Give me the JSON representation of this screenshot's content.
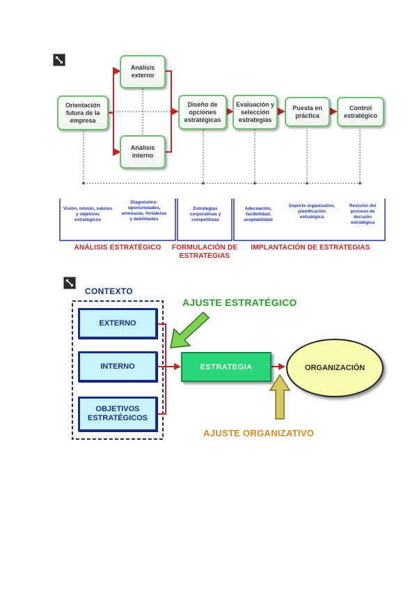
{
  "diagram1": {
    "orientacion": "Orientación futura de la empresa",
    "analisis_externo": "Análisis externo",
    "analisis_interno": "Análisis interno",
    "diseno": "Diseño de opciones estratégicas",
    "evaluacion": "Evaluación y selección estrategias",
    "puesta": "Puesta en práctica",
    "control": "Control estratégico",
    "notes": [
      "Visión, misión, valores y objetivos estratégicos",
      "Diagnóstico: oportunidades, amenazas, fortalezas y debilidades",
      "Estrategias corporativas y competitivas",
      "Adecuación, factibilidad, aceptabilidad",
      "Soporte organizativo, planificación estratégica",
      "Revisión del proceso de decisión estratégica"
    ],
    "phase_analisis": "ANÁLISIS ESTRATÉGICO",
    "phase_formulacion": "FORMULACIÓN DE ESTRATEGIAS",
    "phase_implantacion": "IMPLANTACIÓN DE ESTRATEGIAS"
  },
  "diagram2": {
    "contexto": "CONTEXTO",
    "ajuste_estrategico": "AJUSTE ESTRATÉGICO",
    "externo": "EXTERNO",
    "interno": "INTERNO",
    "objetivos": "OBJETIVOS ESTRATÉGICOS",
    "estrategia": "ESTRATEGIA",
    "organizacion": "ORGANIZACIÓN",
    "ajuste_organizativo": "AJUSTE ORGANIZATIVO"
  },
  "colors": {
    "green_border": "#6abf6a",
    "red_arrow": "#cc2222",
    "blue_note": "#2233aa",
    "context_blue": "#1a2d8a",
    "context_fill": "#c8f4fb",
    "strategy_green": "#2ad67a",
    "org_yellow": "#fbfbb0",
    "title_green": "#22a022",
    "title_orange": "#d98a1a"
  }
}
